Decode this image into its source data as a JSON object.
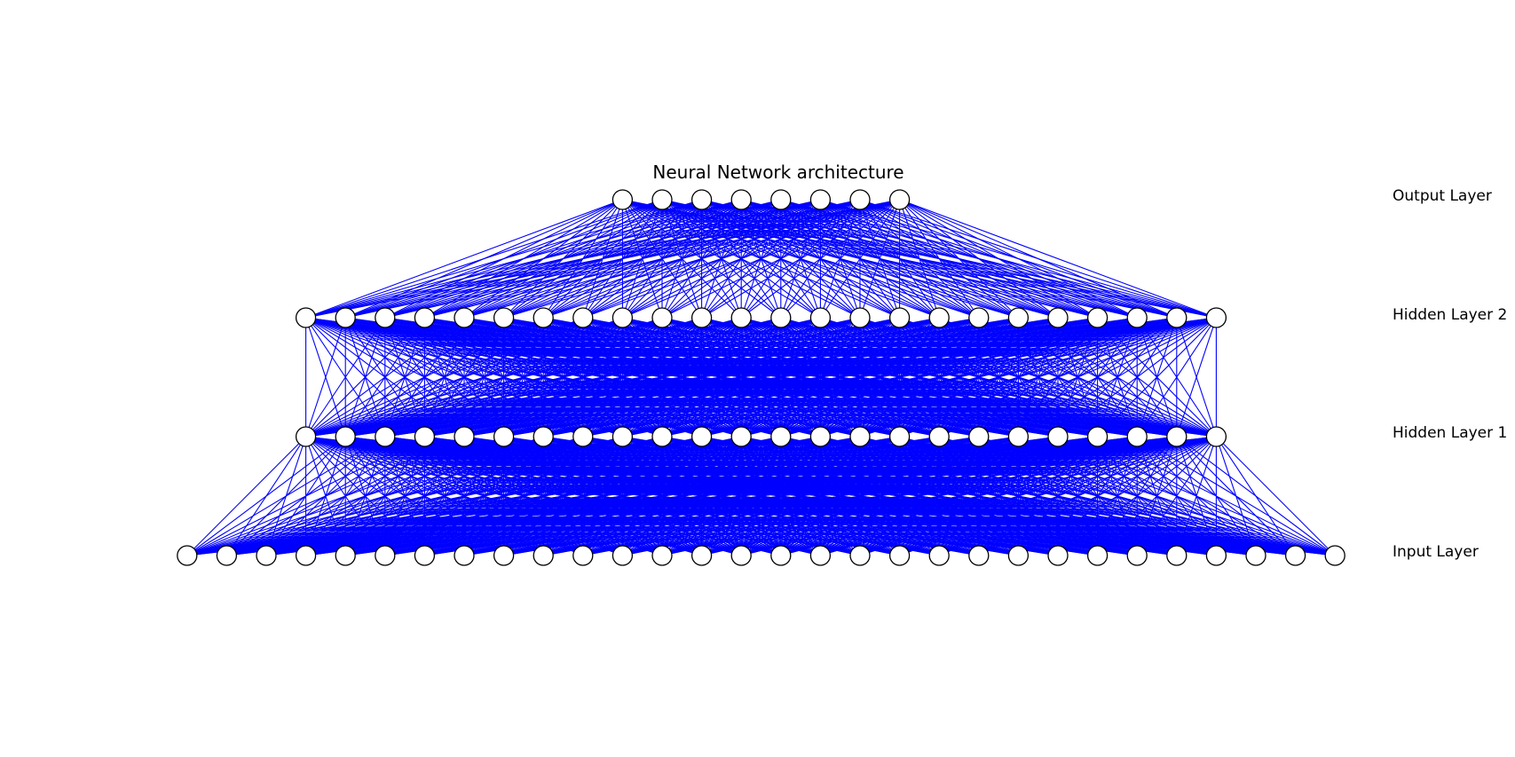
{
  "title": "Neural Network architecture",
  "colors": {
    "edge": "#0000ff",
    "node_fill": "#ffffff",
    "node_stroke": "#000000"
  },
  "layers": [
    {
      "label": "Input Layer",
      "neurons": 30
    },
    {
      "label": "Hidden Layer 1",
      "neurons": 24
    },
    {
      "label": "Hidden Layer 2",
      "neurons": 24
    },
    {
      "label": "Output Layer",
      "neurons": 8
    }
  ]
}
